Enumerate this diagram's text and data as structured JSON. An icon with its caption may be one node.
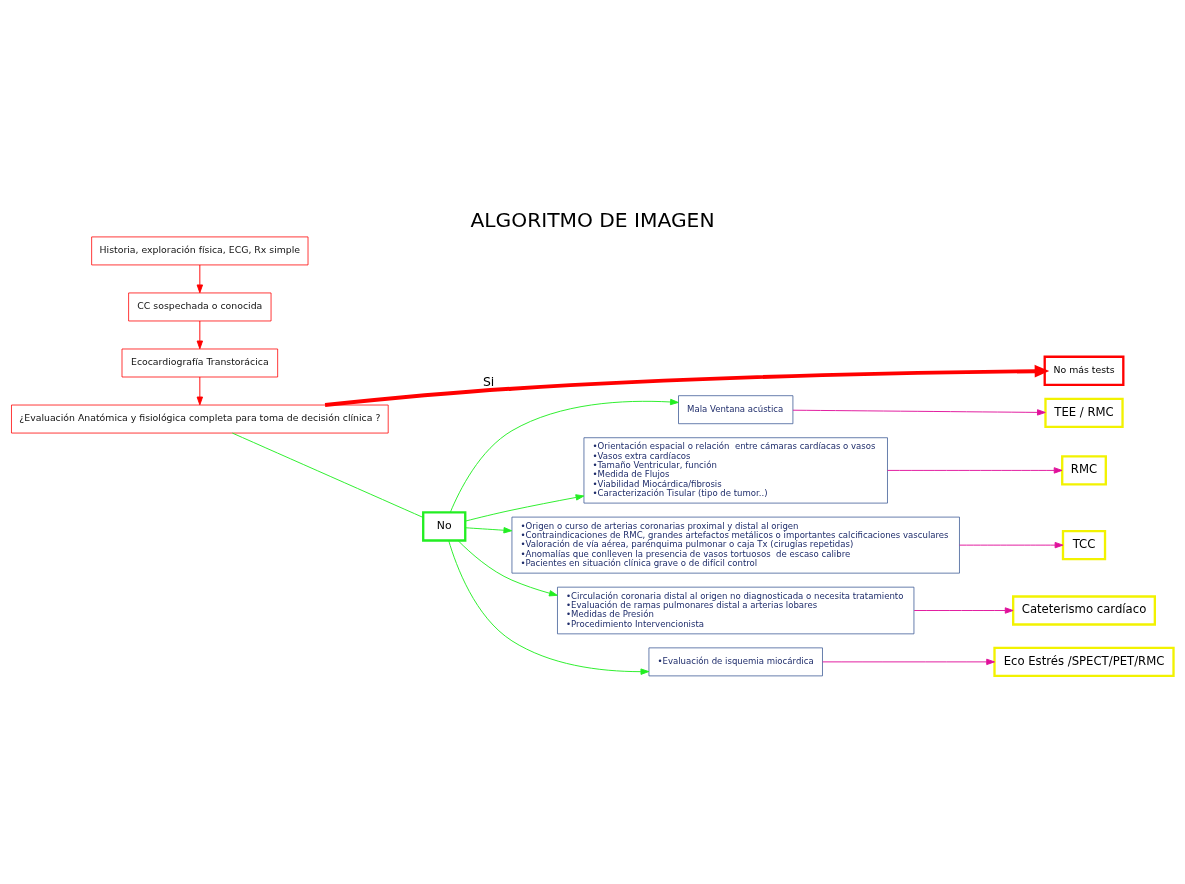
{
  "diagram": {
    "title": "ALGORITMO DE IMAGEN",
    "nodes": [
      {
        "text": [
          "Historia, exploración física, ECG, Rx simple"
        ]
      },
      {
        "text": [
          "CC sospechada o conocida"
        ]
      },
      {
        "text": [
          "Ecocardiografía Transtorácica"
        ]
      },
      {
        "text": [
          "¿Evaluación Anatómica y fisiológica completa para toma de decisión clínica ?"
        ]
      },
      {
        "text": [
          "No más tests"
        ]
      },
      {
        "text": [
          "No"
        ]
      },
      {
        "text": [
          "Mala Ventana acústica"
        ]
      },
      {
        "text": [
          "TEE / RMC"
        ]
      },
      {
        "text": [
          "•Orientación espacial o relación  entre cámaras cardíacas o vasos",
          "•Vasos extra cardíacos",
          "•Tamaño Ventricular, función",
          "•Medida de Flujos",
          "•Viabilidad Miocárdica/fibrosis",
          "•Caracterización Tisular (tipo de tumor..)"
        ]
      },
      {
        "text": [
          "RMC"
        ]
      },
      {
        "text": [
          "•Origen o curso de arterias coronarias proximal y distal al origen",
          "•Contraindicaciones de RMC, grandes artefactos metálicos o importantes calcificaciones vasculares",
          "•Valoración de vía aérea, parénquima pulmonar o caja Tx (cirugías repetidas)",
          "•Anomalías que conlleven la presencia de vasos tortuosos  de escaso calibre",
          "•Pacientes en situación clínica grave o de difícil control"
        ]
      },
      {
        "text": [
          "TCC"
        ]
      },
      {
        "text": [
          "•Circulación coronaria distal al origen no diagnosticada o necesita tratamiento",
          "•Evaluación de ramas pulmonares distal a arterias lobares",
          "•Medidas de Presión",
          "•Procedimiento Intervencionista"
        ]
      },
      {
        "text": [
          "Cateterismo cardíaco"
        ]
      },
      {
        "text": [
          "•Evaluación de isquemia miocárdica"
        ]
      },
      {
        "text": [
          "Eco Estrés /SPECT/PET/RMC"
        ]
      }
    ],
    "edges": [
      {
        "from": 0,
        "to": 1,
        "arrow": "to",
        "color": "#ff0000"
      },
      {
        "from": 1,
        "to": 2,
        "arrow": "to",
        "color": "#ff0000"
      },
      {
        "from": 2,
        "to": 3,
        "arrow": "to",
        "color": "#ff0000"
      },
      {
        "from": 3,
        "to": 4,
        "arrow": "to",
        "label": "Si",
        "style": "thick",
        "color": "#ff0000"
      },
      {
        "from": 3,
        "to": 5,
        "arrow": "none"
      },
      {
        "from": 5,
        "to": 6,
        "arrow": "to"
      },
      {
        "from": 5,
        "to": 8,
        "arrow": "to"
      },
      {
        "from": 5,
        "to": 10,
        "arrow": "to"
      },
      {
        "from": 5,
        "to": 12,
        "arrow": "to"
      },
      {
        "from": 5,
        "to": 14,
        "arrow": "to"
      },
      {
        "from": 6,
        "to": 7,
        "arrow": "to",
        "color": "#e0109a"
      },
      {
        "from": 8,
        "to": 9,
        "arrow": "to",
        "color": "#e0109a"
      },
      {
        "from": 10,
        "to": 11,
        "arrow": "to",
        "color": "#e0109a"
      },
      {
        "from": 12,
        "to": 13,
        "arrow": "to",
        "color": "#e0109a"
      },
      {
        "from": 14,
        "to": 15,
        "arrow": "to",
        "color": "#e0109a"
      }
    ]
  }
}
